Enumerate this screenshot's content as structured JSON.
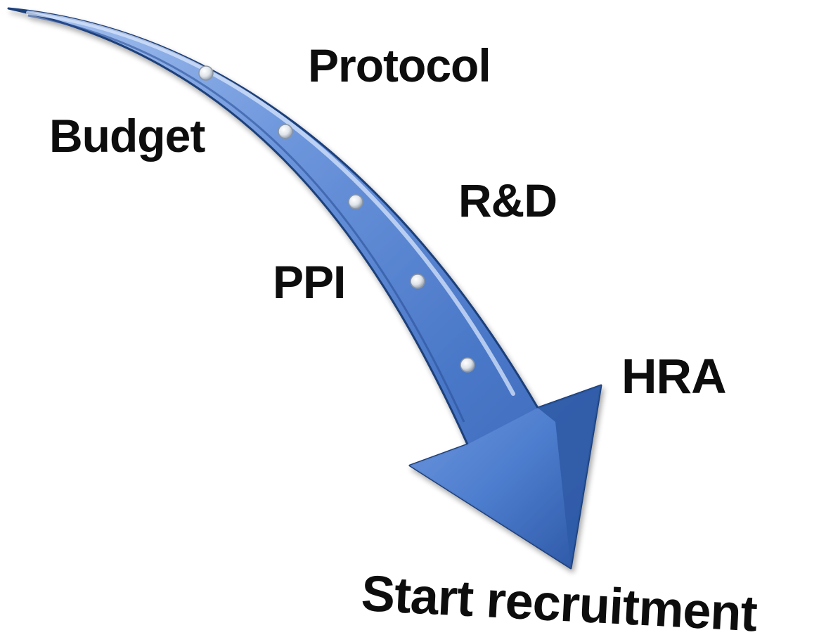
{
  "steps": {
    "budget": "Budget",
    "protocol": "Protocol",
    "rd": "R&D",
    "ppi": "PPI",
    "hra": "HRA",
    "start": "Start recruitment"
  },
  "colors": {
    "arrow_light": "#8fb2ea",
    "arrow_mid": "#4f7fd0",
    "arrow_dark": "#2a4f96",
    "arrow_outline": "#1f3f7a",
    "text": "#0d0d0d"
  }
}
